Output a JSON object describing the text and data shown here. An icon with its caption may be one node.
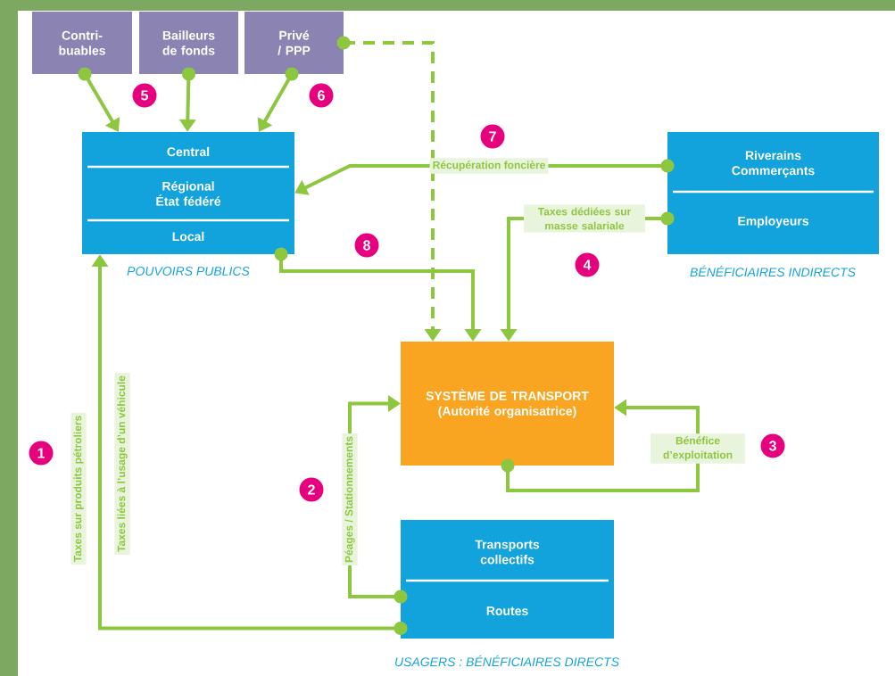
{
  "diagram": {
    "nodes": [
      {
        "text": [
          "Contri- buables"
        ]
      },
      {
        "text": [
          "Bailleurs de fonds"
        ]
      },
      {
        "text": [
          "Privé / PPP"
        ]
      },
      {
        "text": [
          "Central",
          "Régional État fédéré",
          "Local"
        ],
        "beside": [
          "POUVOIRS PUBLICS"
        ]
      },
      {
        "text": [
          "Riverains Commerçants",
          "Employeurs"
        ],
        "beside": [
          "BÉNÉFICIAIRES INDIRECTS"
        ]
      },
      {
        "text": [
          "SYSTÈME DE TRANSPORT (Autorité organisatrice)"
        ]
      },
      {
        "text": [
          "Transports collectifs",
          "Routes"
        ],
        "beside": [
          "USAGERS : BÉNÉFICIAIRES DIRECTS"
        ]
      }
    ],
    "edges": [
      {
        "from": 0,
        "to": 3,
        "arrow": "to"
      },
      {
        "from": 1,
        "to": 3,
        "arrow": "to"
      },
      {
        "from": 2,
        "to": 3,
        "arrow": "to"
      },
      {
        "from": 2,
        "to": 5,
        "arrow": "to",
        "style": "dashed"
      },
      {
        "from": 4,
        "to": 3,
        "arrow": "to",
        "label": "Récupération foncière"
      },
      {
        "from": 4,
        "to": 5,
        "arrow": "to",
        "label": "Taxes dédiées sur masse salariale"
      },
      {
        "from": 3,
        "to": 5,
        "arrow": "to"
      },
      {
        "from": 6,
        "to": 3,
        "arrow": "to",
        "label": "Taxes sur produits pétroliers"
      },
      {
        "from": 6,
        "to": 5,
        "arrow": "to",
        "label": "Péages / Stationnements"
      },
      {
        "from": 5,
        "to": 5,
        "arrow": "to",
        "label": "Bénéfice d’exploitation"
      }
    ],
    "labels": [
      "5",
      "6",
      "7",
      "8",
      "4",
      "Taxes liées à l’usage d’un véhicule",
      "1",
      "3",
      "2"
    ]
  }
}
